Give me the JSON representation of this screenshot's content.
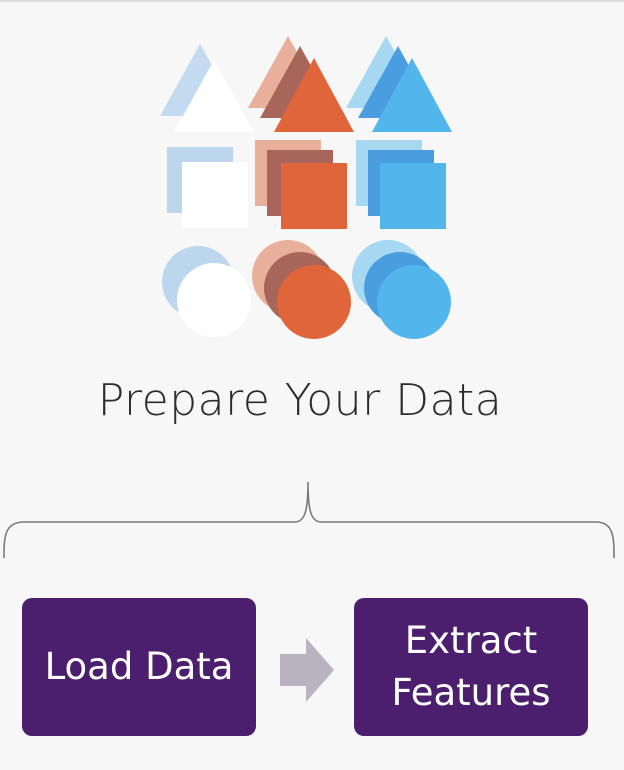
{
  "title": "Prepare Your Data",
  "steps": [
    {
      "label": "Load Data"
    },
    {
      "label_lines": [
        "Extract",
        "Features"
      ]
    }
  ],
  "colors": {
    "background": "#f7f7f7",
    "step_box": "#4b1f6e",
    "step_text": "#ffffff",
    "arrow": "#b9b2c0",
    "white_shape": "#ffffff",
    "white_shadow": "#bcd6ee",
    "orange_shape": "#e0653a",
    "orange_shadow_light": "#e8b09a",
    "orange_shadow_dark": "#a8665a",
    "blue_shape": "#52b6ec",
    "blue_shadow_light": "#a6d8f2",
    "blue_shadow_dark": "#4a9ee0"
  },
  "icons": [
    "triangles-icon",
    "squares-icon",
    "circles-icon",
    "arrow-right-icon",
    "brace-icon"
  ]
}
